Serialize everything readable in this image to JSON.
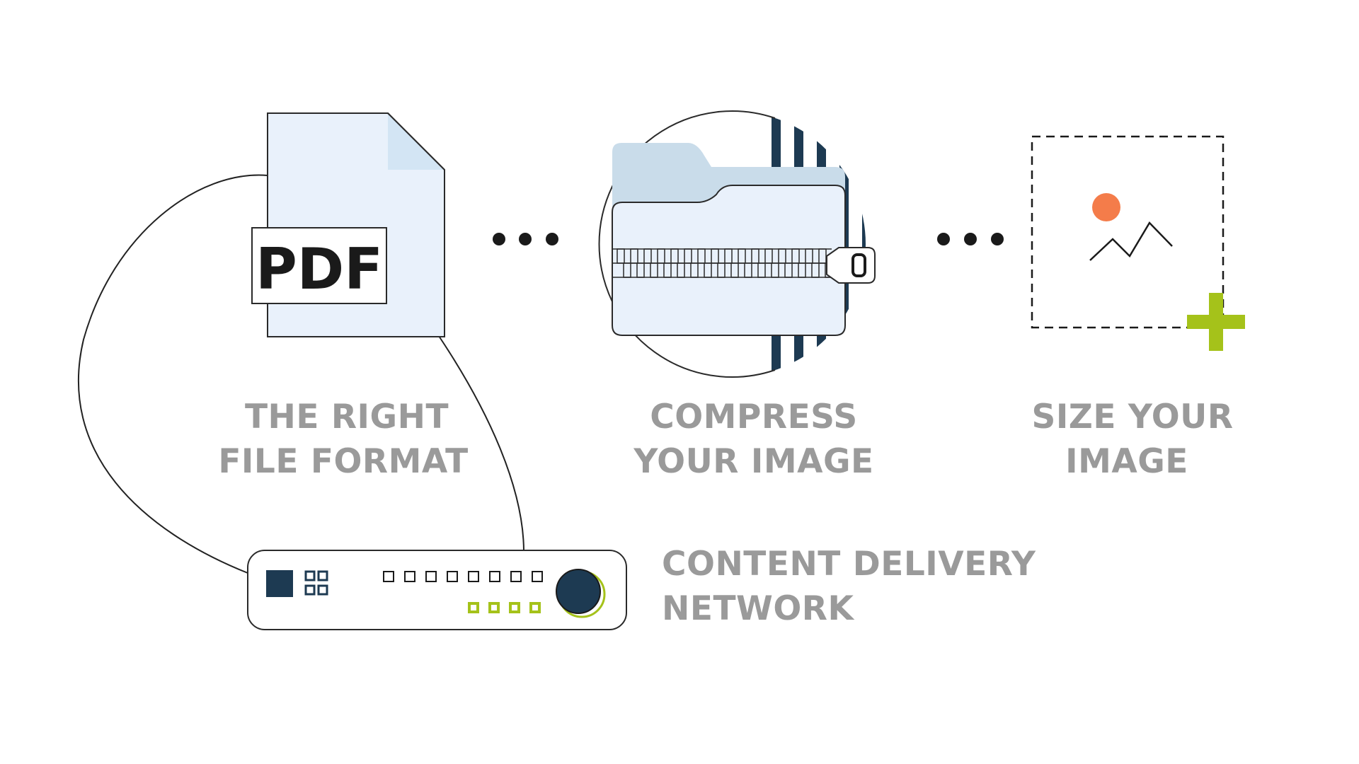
{
  "steps": [
    {
      "line1": "THE RIGHT",
      "line2": "FILE FORMAT",
      "icon": "pdf-file-icon",
      "icon_text": "PDF"
    },
    {
      "line1": "COMPRESS",
      "line2": "YOUR IMAGE",
      "icon": "zip-folder-icon"
    },
    {
      "line1": "SIZE YOUR",
      "line2": "IMAGE",
      "icon": "image-resize-icon"
    }
  ],
  "cdn": {
    "line1": "CONTENT DELIVERY",
    "line2": "NETWORK",
    "icon": "server-icon"
  },
  "colors": {
    "label": "#9a9a9a",
    "navy": "#1d3a52",
    "lime": "#a5c21a",
    "orange": "#f47c4a",
    "paper": "#e9f1fb",
    "folder_tab": "#c9dcea",
    "outline": "#2a2a2a"
  }
}
